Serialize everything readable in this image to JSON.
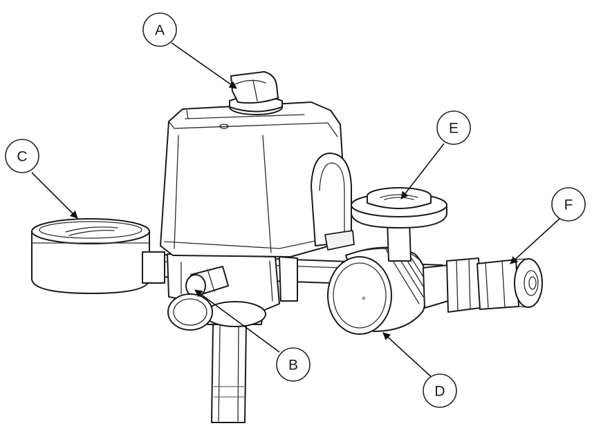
{
  "callouts": [
    {
      "id": "a",
      "label": "A"
    },
    {
      "id": "b",
      "label": "B"
    },
    {
      "id": "c",
      "label": "C"
    },
    {
      "id": "d",
      "label": "D"
    },
    {
      "id": "e",
      "label": "E"
    },
    {
      "id": "f",
      "label": "F"
    }
  ],
  "colors": {
    "line": "#1a1a1a",
    "background": "#ffffff"
  }
}
